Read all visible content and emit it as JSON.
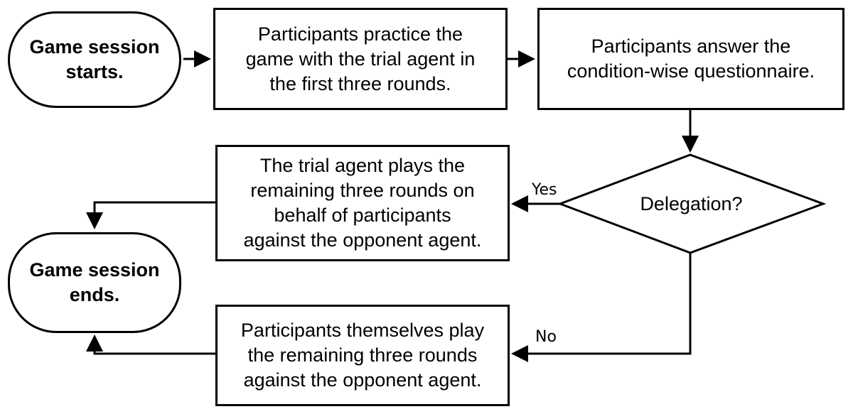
{
  "nodes": {
    "start": "Game session\nstarts.",
    "practice": "Participants practice the\ngame with the trial agent in\nthe first three rounds.",
    "questionnaire": "Participants answer the\ncondition-wise questionnaire.",
    "decision": "Delegation?",
    "delegate": "The trial agent plays the\nremaining three rounds on\nbehalf of participants\nagainst the opponent agent.",
    "self_play": "Participants themselves play\nthe remaining three rounds\nagainst the opponent agent.",
    "end": "Game session\nends."
  },
  "edges": {
    "yes_label": "Yes",
    "no_label": "No"
  }
}
